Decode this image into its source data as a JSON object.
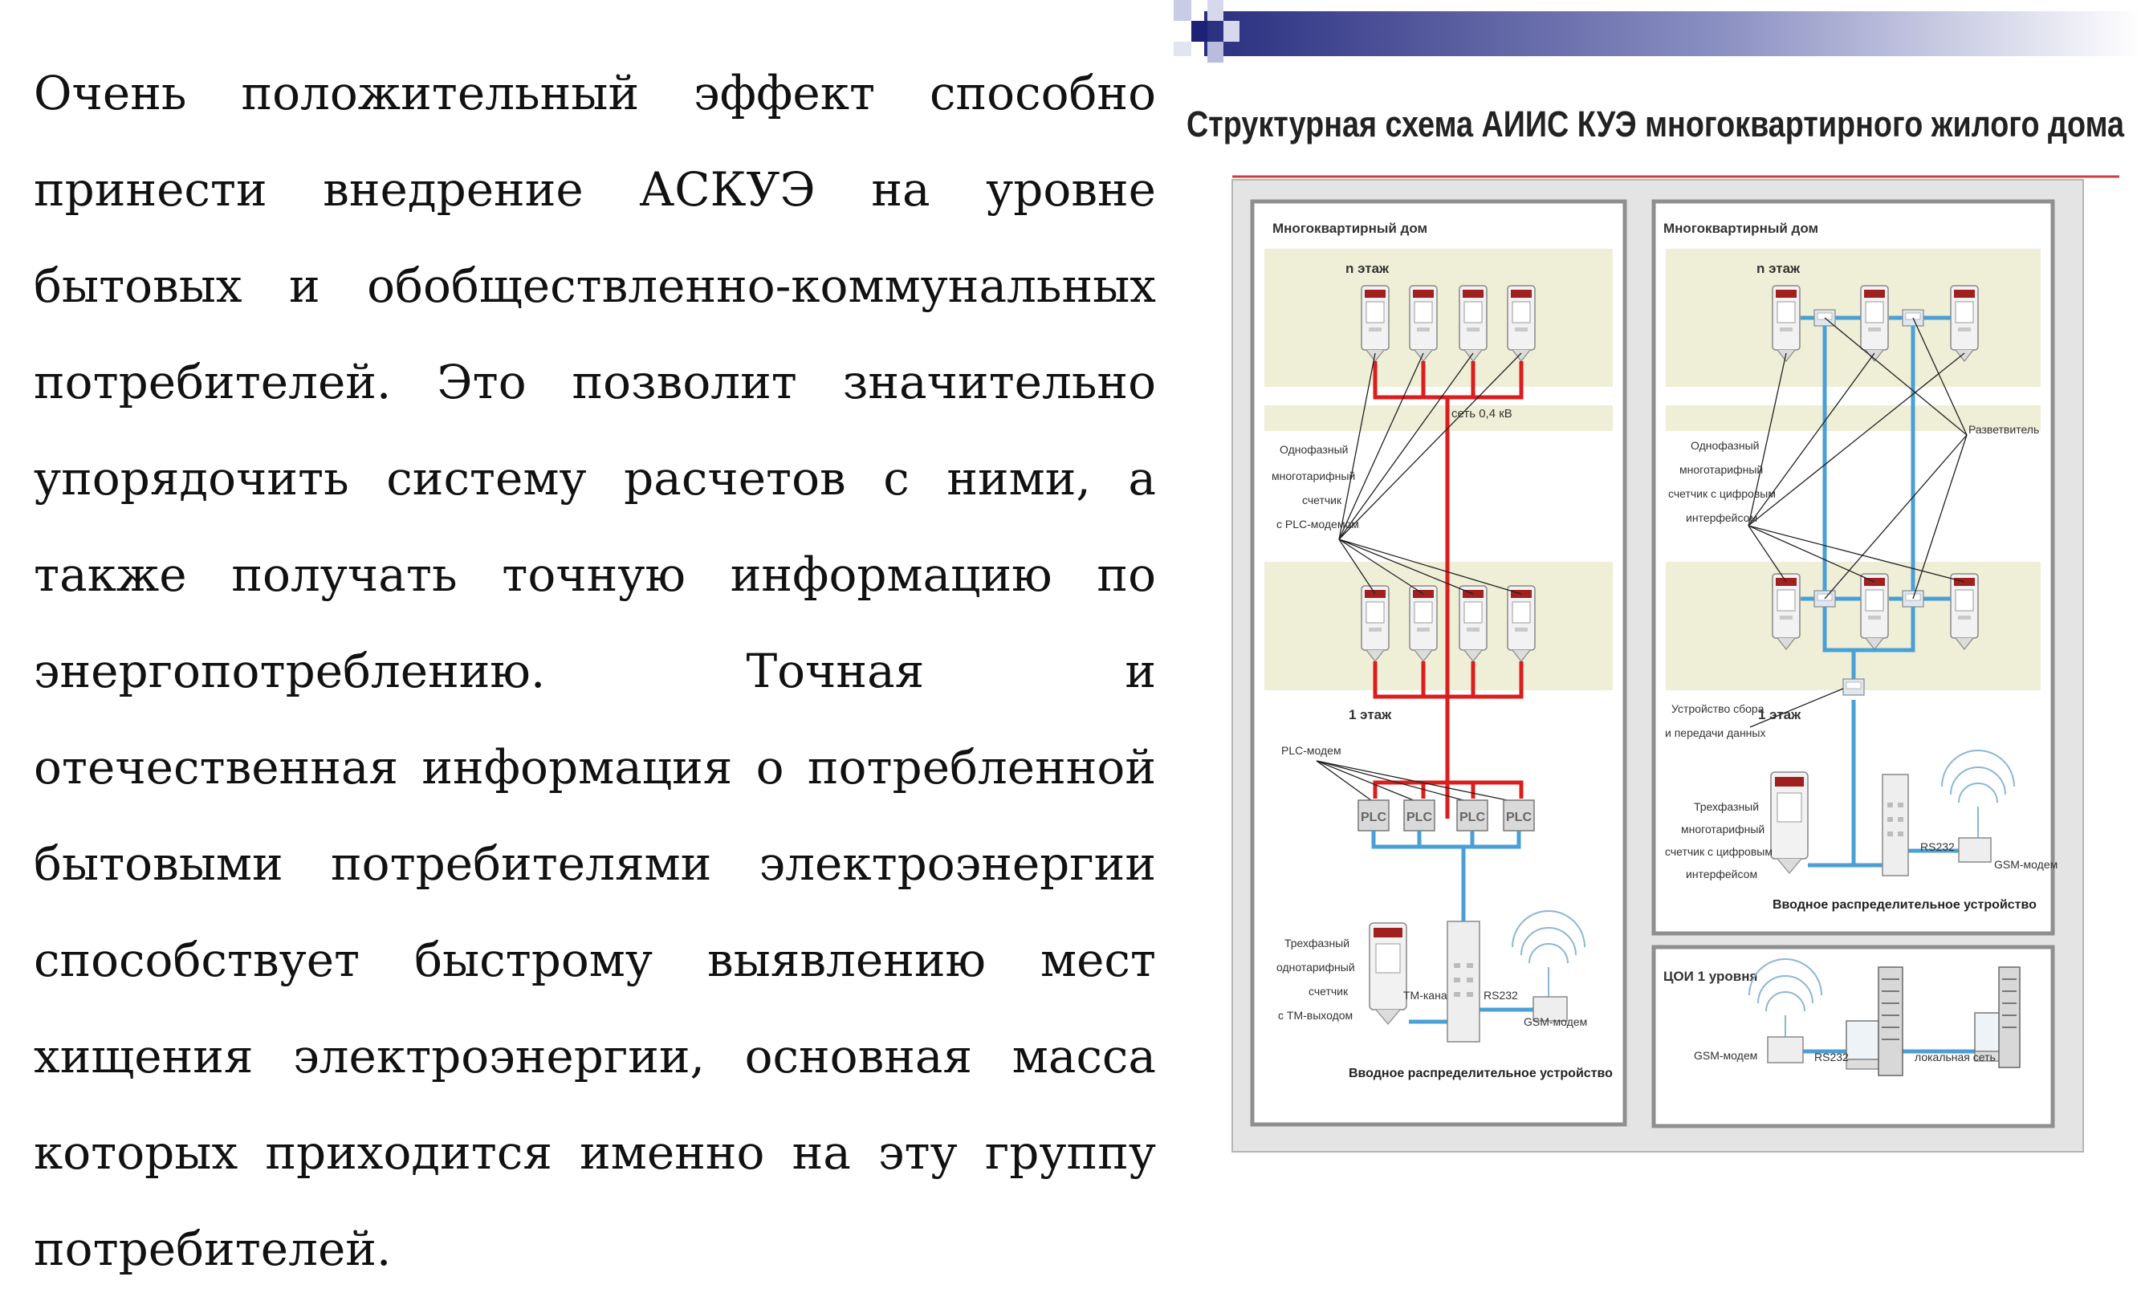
{
  "slide": {
    "paragraph": "Очень положительный эффект способно принести внедрение АСКУЭ на уровне бытовых и обобществленно-коммунальных потребителей. Это позволит значительно упорядочить систему расчетов с ними, а также получать точную информацию по энергопотреблению. Точная и отечественная информация о потребленной бытовыми потребителями электроэнергии способствует быстрому выявлению мест хищения электроэнергии, основная масса которых приходится именно на эту группу потребителей.",
    "diagram_title": "Структурная схема АИИС КУЭ многоквартирного жилого дома"
  },
  "left_panel": {
    "title": "Многоквартирный дом",
    "floor_top": "n этаж",
    "floor_bottom": "1 этаж",
    "network": "сеть 0,4 кВ",
    "single_phase_label": [
      "Однофазный",
      "многотарифный",
      "счетчик",
      "с PLC-модемом"
    ],
    "plc_modem": "PLC-модем",
    "plc": "PLC",
    "three_phase_label": [
      "Трехфазный",
      "однотарифный",
      "счетчик",
      "с ТМ-выходом"
    ],
    "tm_channel": "ТМ-канал",
    "rs232": "RS232",
    "gsm": "GSM-модем",
    "entry_device": "Вводное распределительное устройство"
  },
  "right_panel": {
    "title": "Многоквартирный дом",
    "floor_top": "n этаж",
    "floor_bottom": "1 этаж",
    "splitter": "Разветвитель",
    "single_phase_label": [
      "Однофазный",
      "многотарифный",
      "счетчик с цифровым",
      "интерфейсом"
    ],
    "collector_label": [
      "Устройство сбора",
      "и передачи данных"
    ],
    "three_phase_label": [
      "Трехфазный",
      "многотарифный",
      "счетчик с цифровым",
      "интерфейсом"
    ],
    "rs232": "RS232",
    "gsm": "GSM-модем",
    "entry_device": "Вводное распределительное устройство"
  },
  "coi_panel": {
    "title": "ЦОИ 1 уровня",
    "gsm": "GSM-модем",
    "rs232": "RS232",
    "lan": "локальная сеть"
  },
  "colors": {
    "power_line": "#dd1c1c",
    "data_line": "#4a9fd4",
    "floor_band": "#efefd8"
  }
}
